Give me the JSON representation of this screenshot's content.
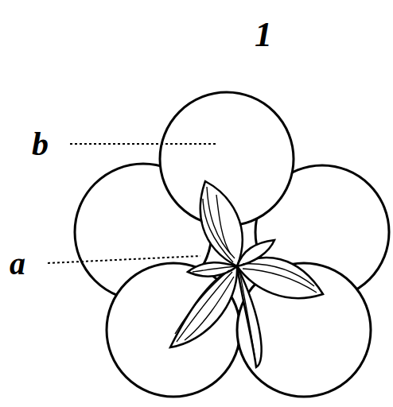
{
  "diagram": {
    "labels": [
      "1",
      "b",
      "a"
    ]
  }
}
